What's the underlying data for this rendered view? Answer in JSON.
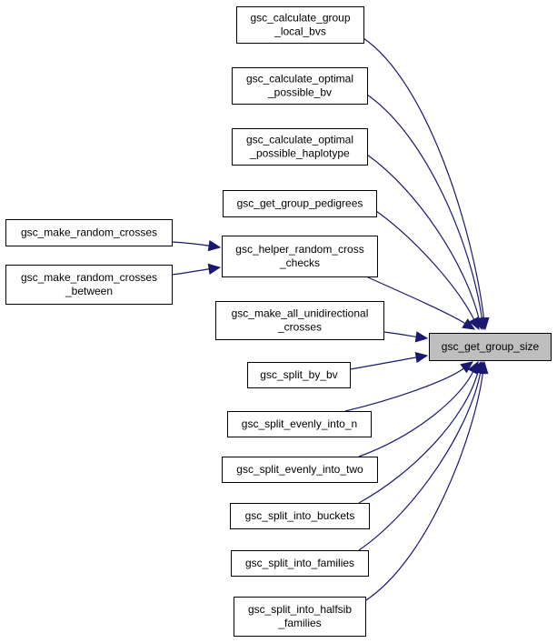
{
  "graph": {
    "edge_color": "#191970",
    "focus_fill": "#bfbfbf",
    "nodes": [
      {
        "id": "target",
        "lines": [
          "gsc_get_group_size"
        ],
        "focus": true
      },
      {
        "id": "calc_local_bvs",
        "lines": [
          "gsc_calculate_group",
          "_local_bvs"
        ]
      },
      {
        "id": "calc_opt_bv",
        "lines": [
          "gsc_calculate_optimal",
          "_possible_bv"
        ]
      },
      {
        "id": "calc_opt_haplo",
        "lines": [
          "gsc_calculate_optimal",
          "_possible_haplotype"
        ]
      },
      {
        "id": "get_pedigrees",
        "lines": [
          "gsc_get_group_pedigrees"
        ]
      },
      {
        "id": "make_random",
        "lines": [
          "gsc_make_random_crosses"
        ]
      },
      {
        "id": "make_random_between",
        "lines": [
          "gsc_make_random_crosses",
          "_between"
        ]
      },
      {
        "id": "helper_random",
        "lines": [
          "gsc_helper_random_cross",
          "_checks"
        ]
      },
      {
        "id": "make_all_unidir",
        "lines": [
          "gsc_make_all_unidirectional",
          "_crosses"
        ]
      },
      {
        "id": "split_bv",
        "lines": [
          "gsc_split_by_bv"
        ]
      },
      {
        "id": "split_n",
        "lines": [
          "gsc_split_evenly_into_n"
        ]
      },
      {
        "id": "split_two",
        "lines": [
          "gsc_split_evenly_into_two"
        ]
      },
      {
        "id": "split_buckets",
        "lines": [
          "gsc_split_into_buckets"
        ]
      },
      {
        "id": "split_families",
        "lines": [
          "gsc_split_into_families"
        ]
      },
      {
        "id": "split_halfsib",
        "lines": [
          "gsc_split_into_halfsib",
          "_families"
        ]
      }
    ],
    "edges": [
      {
        "from": "calc_local_bvs",
        "to": "target"
      },
      {
        "from": "calc_opt_bv",
        "to": "target"
      },
      {
        "from": "calc_opt_haplo",
        "to": "target"
      },
      {
        "from": "get_pedigrees",
        "to": "target"
      },
      {
        "from": "helper_random",
        "to": "target"
      },
      {
        "from": "make_all_unidir",
        "to": "target"
      },
      {
        "from": "split_bv",
        "to": "target"
      },
      {
        "from": "split_n",
        "to": "target"
      },
      {
        "from": "split_two",
        "to": "target"
      },
      {
        "from": "split_buckets",
        "to": "target"
      },
      {
        "from": "split_families",
        "to": "target"
      },
      {
        "from": "split_halfsib",
        "to": "target"
      },
      {
        "from": "make_random",
        "to": "helper_random"
      },
      {
        "from": "make_random_between",
        "to": "helper_random"
      }
    ]
  }
}
